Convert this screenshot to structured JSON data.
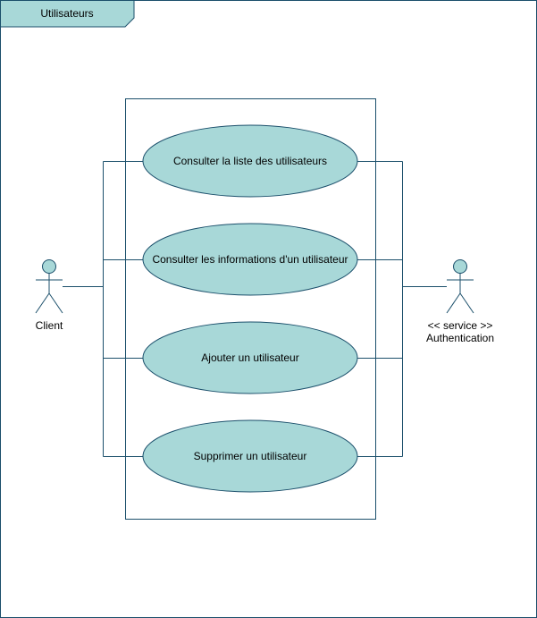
{
  "frame": {
    "title": "Utilisateurs"
  },
  "actors": {
    "client": {
      "label": "Client"
    },
    "auth_service": {
      "stereotype": "<< service >>",
      "label": "Authentication"
    }
  },
  "use_cases": [
    {
      "label": "Consulter la liste des utilisateurs"
    },
    {
      "label": "Consulter les informations d'un utilisateur"
    },
    {
      "label": "Ajouter un utilisateur"
    },
    {
      "label": "Supprimer un utilisateur"
    }
  ],
  "colors": {
    "stroke": "#1b4f6b",
    "fill": "#a8d8d8",
    "frame_header_fill": "#a8d8d8",
    "text": "#000000"
  }
}
